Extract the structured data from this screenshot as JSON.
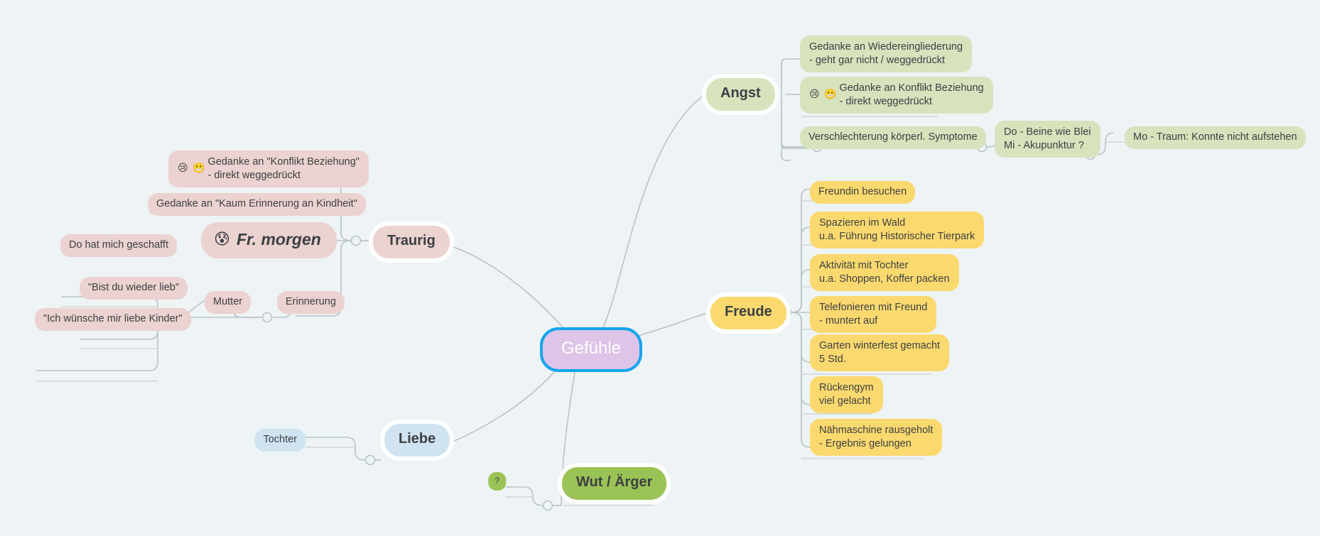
{
  "app": {
    "type": "mindmap",
    "canvas_background": "#eef3f5",
    "edge_color": "#b8c2c6",
    "selected_node": "Gefühle"
  },
  "colors": {
    "root_fill": "#ddc4e8",
    "root_border": "#12a5ef",
    "root_text": "#ffffff",
    "green": "#d7e3bd",
    "yellow": "#fcd96e",
    "pink": "#ecd2d1",
    "blue": "#cfe4f0",
    "wut_green": "#9ac martin",
    "wut_green_hex": "#9ac356",
    "text": "#3c4044"
  },
  "root": {
    "label": "Gefühle"
  },
  "branches": [
    {
      "id": "angst",
      "label": "Angst",
      "color": "#d7e3bd",
      "children": [
        {
          "id": "angst-1",
          "label": "Gedanke an Wiedereingliederung\n- geht gar nicht / weggedrückt",
          "emoji": ""
        },
        {
          "id": "angst-2",
          "label": "Gedanke an Konflikt Beziehung\n- direkt weggedrückt",
          "emoji": "😢 😬"
        },
        {
          "id": "angst-3",
          "label": "Verschlechterung körperl. Symptome",
          "emoji": "",
          "children": [
            {
              "id": "angst-3-1",
              "label": "Do - Beine wie Blei\nMi - Akupunktur ?",
              "emoji": "",
              "children": [
                {
                  "id": "angst-3-1-1",
                  "label": "Mo - Traum: Konnte nicht aufstehen",
                  "emoji": ""
                }
              ]
            }
          ]
        }
      ]
    },
    {
      "id": "freude",
      "label": "Freude",
      "color": "#fcd96e",
      "children": [
        {
          "id": "freude-1",
          "label": "Freundin besuchen"
        },
        {
          "id": "freude-2",
          "label": "Spazieren im Wald\nu.a. Führung Historischer Tierpark"
        },
        {
          "id": "freude-3",
          "label": "Aktivität mit Tochter\nu.a. Shoppen, Koffer packen"
        },
        {
          "id": "freude-4",
          "label": "Telefonieren mit Freund\n- muntert auf"
        },
        {
          "id": "freude-5",
          "label": "Garten winterfest gemacht\n5 Std."
        },
        {
          "id": "freude-6",
          "label": "Rückengym\nviel gelacht"
        },
        {
          "id": "freude-7",
          "label": "Nähmaschine rausgeholt\n- Ergebnis gelungen"
        }
      ]
    },
    {
      "id": "traurig",
      "label": "Traurig",
      "color": "#ecd2d1",
      "children": [
        {
          "id": "traurig-1",
          "label": "Gedanke an \"Konflikt Beziehung\"\n- direkt weggedrückt",
          "emoji": "😢 😬"
        },
        {
          "id": "traurig-2",
          "label": "Gedanke an \"Kaum Erinnerung an Kindheit\""
        },
        {
          "id": "traurig-3",
          "label": "Fr. morgen",
          "emoji": "😰",
          "style": "bold-italic",
          "children": [
            {
              "id": "traurig-3-1",
              "label": "Do hat mich geschafft"
            },
            {
              "id": "traurig-3-2",
              "label": "\"Bist du wieder lieb\""
            },
            {
              "id": "traurig-3-3",
              "label": "\"Ich wünsche mir liebe Kinder\""
            }
          ]
        },
        {
          "id": "traurig-4",
          "label": "Erinnerung",
          "children": [
            {
              "id": "traurig-4-1",
              "label": "Mutter"
            }
          ]
        }
      ]
    },
    {
      "id": "liebe",
      "label": "Liebe",
      "color": "#cfe4f0",
      "children": [
        {
          "id": "liebe-1",
          "label": "Tochter"
        }
      ]
    },
    {
      "id": "wut",
      "label": "Wut / Ärger",
      "color": "#9ac356",
      "children": [
        {
          "id": "wut-1",
          "label": "?"
        }
      ]
    }
  ],
  "nodes": {
    "root": "Gefühle",
    "angst": "Angst",
    "angst_1": "Gedanke an Wiedereingliederung\n- geht gar nicht / weggedrückt",
    "angst_2_emoji": "😢 😬",
    "angst_2": "Gedanke an Konflikt Beziehung\n- direkt weggedrückt",
    "angst_3": "Verschlechterung körperl. Symptome",
    "angst_4": "Do - Beine wie Blei\nMi - Akupunktur ?",
    "angst_5": "Mo - Traum: Konnte nicht aufstehen",
    "freude": "Freude",
    "freude_1": "Freundin besuchen",
    "freude_2": "Spazieren im Wald\nu.a. Führung Historischer Tierpark",
    "freude_3": "Aktivität mit Tochter\nu.a. Shoppen, Koffer packen",
    "freude_4": "Telefonieren mit Freund\n- muntert auf",
    "freude_5": "Garten winterfest gemacht\n5 Std.",
    "freude_6": "Rückengym\nviel gelacht",
    "freude_7": "Nähmaschine rausgeholt\n- Ergebnis gelungen",
    "traurig": "Traurig",
    "traurig_1_emoji": "😢 😬",
    "traurig_1": "Gedanke an \"Konflikt Beziehung\"\n- direkt weggedrückt",
    "traurig_2": "Gedanke an \"Kaum Erinnerung an Kindheit\"",
    "frmorgen_emoji": "😰",
    "frmorgen": "Fr. morgen",
    "do_geschafft": "Do hat mich geschafft",
    "bist_du": "\"Bist du wieder lieb\"",
    "ich_wuensche": "\"Ich wünsche mir liebe Kinder\"",
    "mutter": "Mutter",
    "erinnerung": "Erinnerung",
    "liebe": "Liebe",
    "tochter": "Tochter",
    "wut": "Wut / Ärger",
    "fragezeichen": "?"
  }
}
